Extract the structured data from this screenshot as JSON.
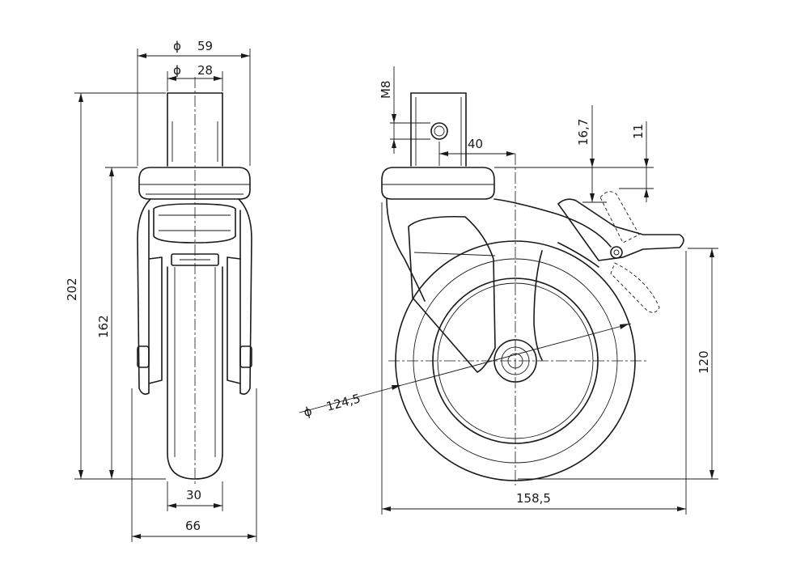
{
  "dimensions": {
    "front": {
      "outer_diameter": "59",
      "stem_diameter": "28",
      "overall_height": "202",
      "mount_height": "162",
      "wheel_width": "30",
      "overall_width": "66"
    },
    "side": {
      "thread": "M8",
      "offset": "40",
      "brake_top": "16,7",
      "brake_step": "11",
      "wheel_diameter": "124,5",
      "axle_height": "120",
      "overall_length": "158,5"
    }
  },
  "symbols": {
    "diameter": "ϕ"
  }
}
